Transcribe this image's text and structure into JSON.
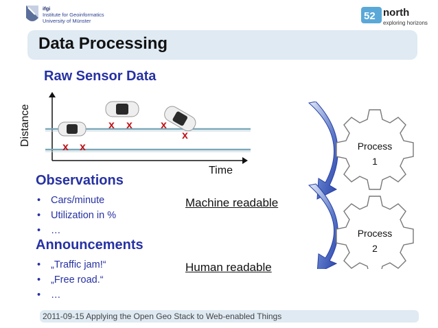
{
  "header": {
    "ifgi_logo": {
      "abbr": "ifgi",
      "line1": "Institute for Geoinformatics",
      "line2": "University of Münster"
    },
    "north_logo": {
      "prefix": "52",
      "name": "north",
      "tagline": "exploring horizons"
    }
  },
  "title": "Data Processing",
  "raw_sensor": {
    "heading": "Raw Sensor Data",
    "y_label": "Distance",
    "x_label": "Time",
    "marker": "x"
  },
  "observations": {
    "heading": "Observations",
    "items": [
      "Cars/minute",
      "Utilization in %",
      "…"
    ],
    "readable_label": "Machine readable"
  },
  "announcements": {
    "heading": "Announcements",
    "items": [
      "„Traffic jam!“",
      "„Free road.“",
      "…"
    ],
    "readable_label": "Human readable"
  },
  "processes": [
    {
      "label": "Process",
      "number": "1"
    },
    {
      "label": "Process",
      "number": "2"
    }
  ],
  "footer": "2011-09-15 Applying the Open Geo Stack to Web-enabled Things",
  "colors": {
    "heading_blue": "#2631a3",
    "marker_red": "#c0151b",
    "title_bar": "#dfeaf3"
  }
}
